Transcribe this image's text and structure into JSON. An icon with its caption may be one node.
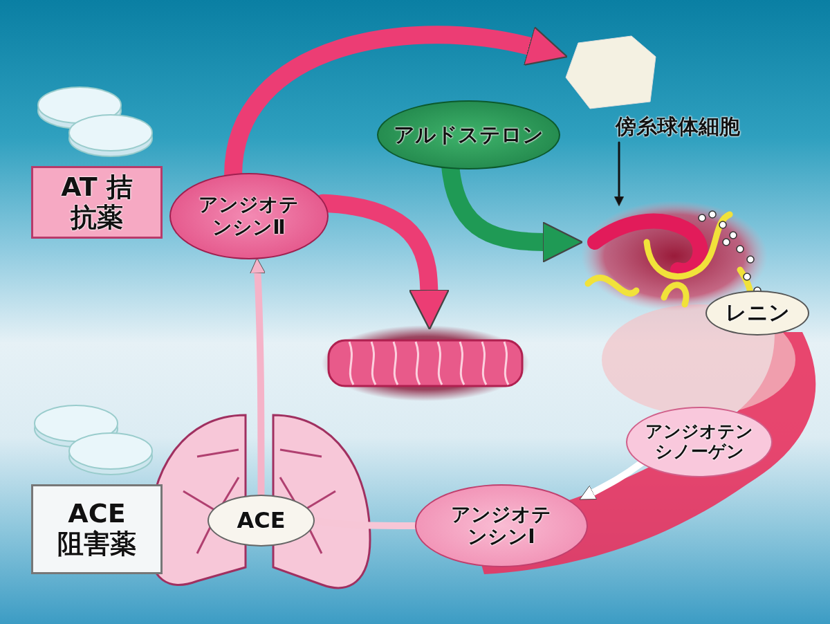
{
  "diagram": {
    "nodes": [
      {
        "text": [
          "AT 拮抗薬"
        ]
      },
      {
        "text": [
          "ACE 阻害薬"
        ]
      },
      {
        "text": [
          "アンジオテンシンⅡ"
        ]
      },
      {
        "text": [
          "アルドステロン"
        ]
      },
      {
        "text": [],
        "shape": "picture"
      },
      {
        "text": [],
        "shape": "picture"
      },
      {
        "text": [
          "傍糸球体細胞"
        ]
      },
      {
        "text": [
          "レニン"
        ]
      },
      {
        "text": [],
        "shape": "picture"
      },
      {
        "text": [],
        "shape": "picture"
      },
      {
        "text": [
          "ACE"
        ],
        "in": 9
      },
      {
        "text": [
          "アンジオテンシノーゲン"
        ]
      },
      {
        "text": [
          "アンジオテンシンⅠ"
        ]
      }
    ],
    "edges": [
      {
        "from": 2,
        "to": 4,
        "arrow": "to",
        "style": "thick"
      },
      {
        "from": 2,
        "to": 8,
        "arrow": "to",
        "style": "thick"
      },
      {
        "from": 3,
        "to": 5,
        "arrow": "to",
        "style": "thick",
        "color": "#1f9a55"
      },
      {
        "from": 6,
        "to": 5,
        "arrow": "to",
        "color": "#111111"
      },
      {
        "from": 11,
        "to": 12,
        "arrow": "to",
        "color": "#ffffff"
      },
      {
        "from": 12,
        "to": 10,
        "arrow": "none",
        "color": "#f7c6d6"
      },
      {
        "from": 10,
        "to": 2,
        "arrow": "to",
        "color": "#f5b3c8"
      }
    ]
  }
}
